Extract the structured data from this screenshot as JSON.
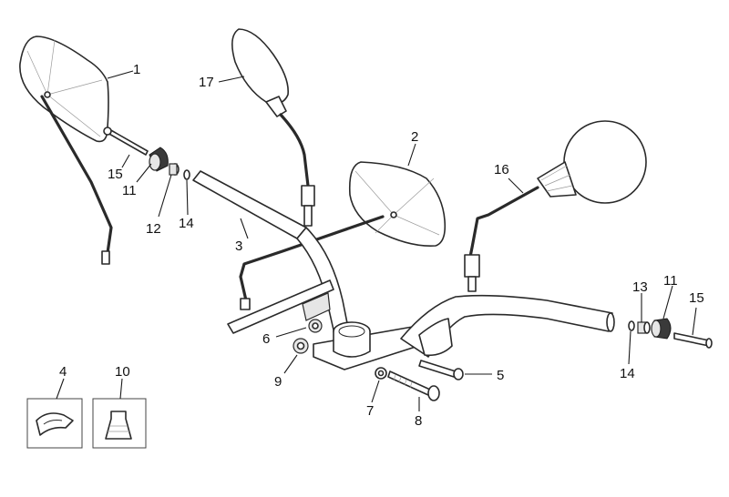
{
  "callouts": {
    "c1": "1",
    "c2": "2",
    "c3": "3",
    "c4": "4",
    "c5": "5",
    "c6": "6",
    "c7": "7",
    "c8": "8",
    "c9": "9",
    "c10": "10",
    "c11_left": "11",
    "c11_right": "11",
    "c12": "12",
    "c13": "13",
    "c14_left": "14",
    "c14_right": "14",
    "c15_left": "15",
    "c15_right": "15",
    "c16": "16",
    "c17": "17"
  }
}
